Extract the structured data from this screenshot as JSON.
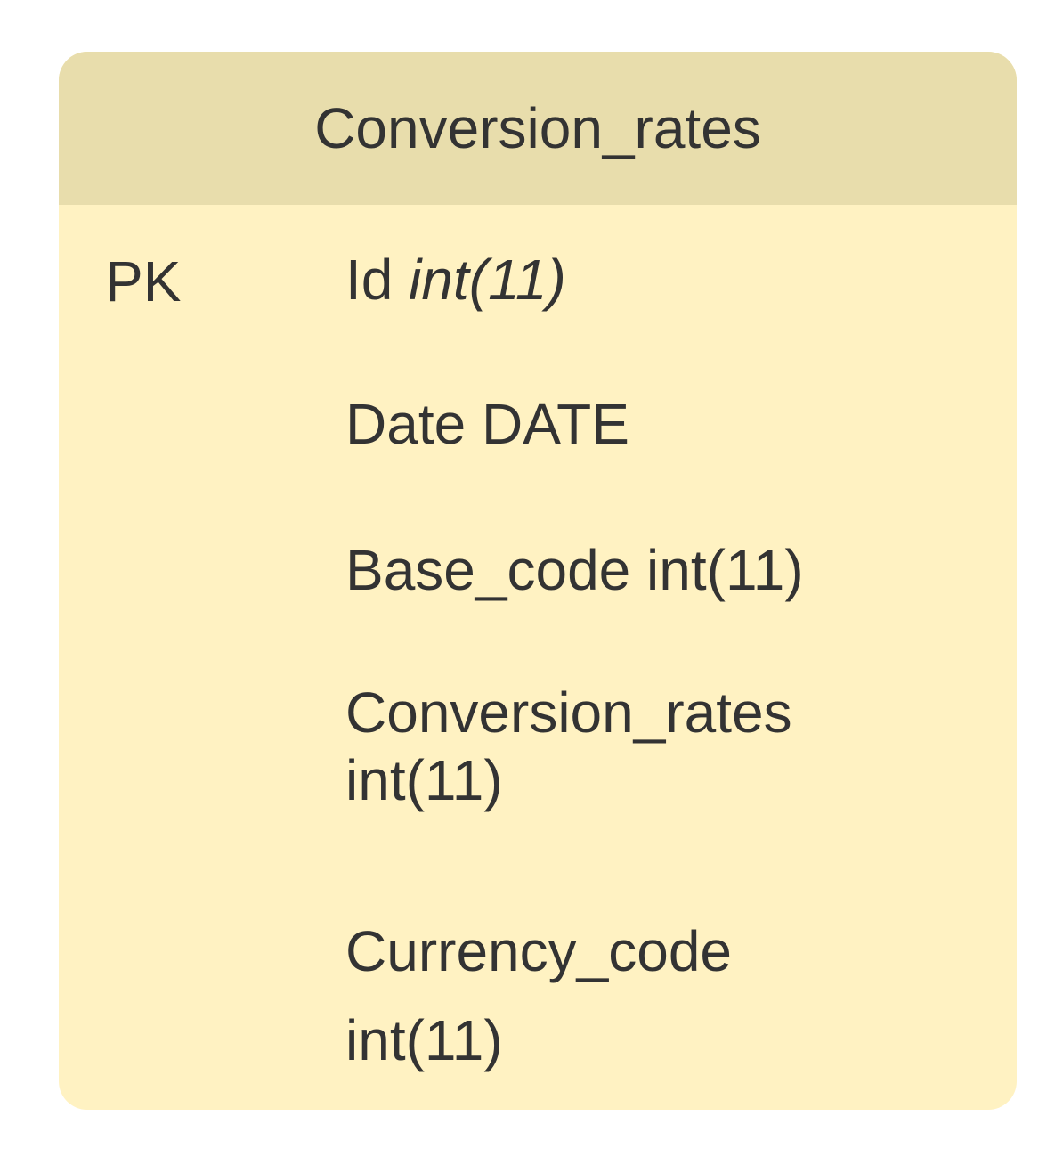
{
  "entity": {
    "title": "Conversion_rates",
    "key_label": "PK",
    "fields": {
      "id": {
        "name": "Id",
        "type": "int(11)"
      },
      "date": {
        "text": "Date DATE"
      },
      "base_code": {
        "text": "Base_code int(11)"
      },
      "conversion_rates": {
        "name": "Conversion_rates",
        "type": "int(11)"
      },
      "currency_code": {
        "name": "Currency_code",
        "type": "int(11)"
      }
    }
  },
  "colors": {
    "header_bg": "#e8ddac",
    "body_bg": "#fff2c2",
    "text": "#333333"
  }
}
